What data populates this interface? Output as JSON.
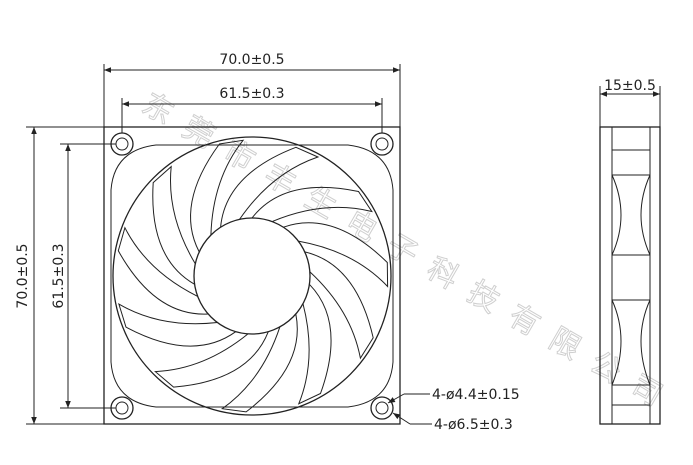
{
  "dimensions": {
    "overall_width": "70.0±0.5",
    "hole_spacing_width": "61.5±0.3",
    "overall_height": "70.0±0.5",
    "hole_spacing_height": "61.5±0.3",
    "thickness": "15±0.5",
    "hole_inner": "4-ø4.4±0.15",
    "hole_outer": "4-ø6.5±0.3"
  },
  "watermark": "东莞市丰生电子科技有限公司",
  "fan": {
    "blade_count": 11
  }
}
